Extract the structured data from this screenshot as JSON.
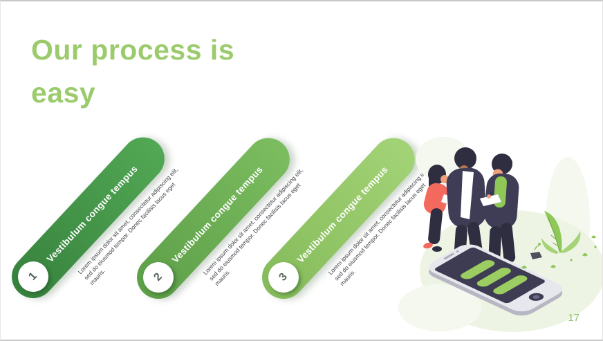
{
  "slide": {
    "title_line1": "Our process is",
    "title_line2": "easy",
    "page_number": "17",
    "title_color": "#9ccb6e",
    "page_number_color": "#8cc46a"
  },
  "steps": [
    {
      "number": "1",
      "heading": "Vestibulum congue tempus",
      "body": "Lorem ipsum dolor sit amet, consectetur adipiscing elit, sed do eiusmod tempor. Donec facilisis lacus eget mauris.",
      "gradient_dark": "#37823e",
      "gradient_light": "#52a854",
      "number_color": "#4f6156"
    },
    {
      "number": "2",
      "heading": "Vestibulum congue tempus",
      "body": "Lorem ipsum dolor sit amet, consectetur adipiscing elit, sed do eiusmod tempor. Donec facilisis lacus eget mauris.",
      "gradient_dark": "#5d9f48",
      "gradient_light": "#7cbd60",
      "number_color": "#53635a"
    },
    {
      "number": "3",
      "heading": "Vestibulum congue tempus",
      "body": "Lorem ipsum dolor sit amet, consectetur adipiscing elit, sed do eiusmod tempor. Donec facilisis lacus eget mauris.",
      "gradient_dark": "#85bb5a",
      "gradient_light": "#a3d377",
      "number_color": "#5c6b58"
    }
  ],
  "illustration": {
    "name": "three-people-reviewing-giant-smartphone",
    "colors": {
      "dark": "#3f3d56",
      "dark2": "#2f2e41",
      "skin": "#efa07d",
      "skin_dark": "#b5764f",
      "coral": "#f4695e",
      "green": "#8fc857",
      "green_light": "#a5d377",
      "green_dark": "#6ca743",
      "bar_green": "#9ccd62",
      "screen": "#3d3c52",
      "bezel": "#e7e8ee",
      "thickness": "#b6b7c3",
      "shoe_gray": "#9fa0ad",
      "blob": "#eef4e4",
      "blob_light": "#f4f8ee"
    }
  }
}
